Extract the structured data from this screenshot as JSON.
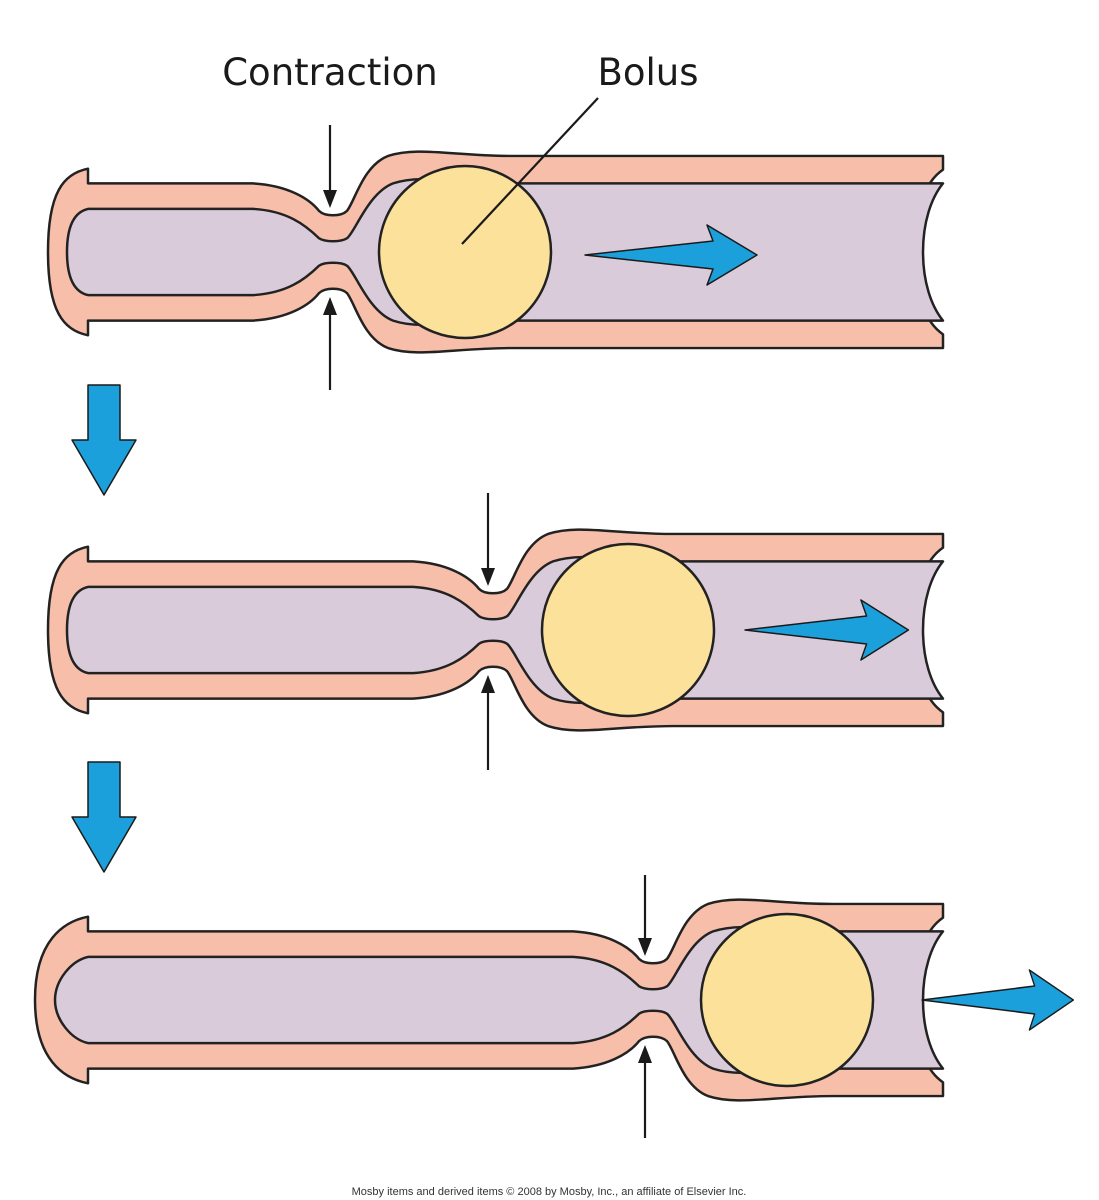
{
  "labels": {
    "contraction": "Contraction",
    "bolus": "Bolus"
  },
  "credit": "Mosby items and derived items © 2008 by Mosby, Inc., an affiliate of Elsevier Inc.",
  "colors": {
    "wall": "#f7bfa9",
    "lumen": "#d9cbd9",
    "bolus": "#fbe19a",
    "arrow": "#1ca0dc",
    "outline": "#222222"
  },
  "stages": [
    {
      "step": 1
    },
    {
      "step": 2
    },
    {
      "step": 3
    }
  ]
}
